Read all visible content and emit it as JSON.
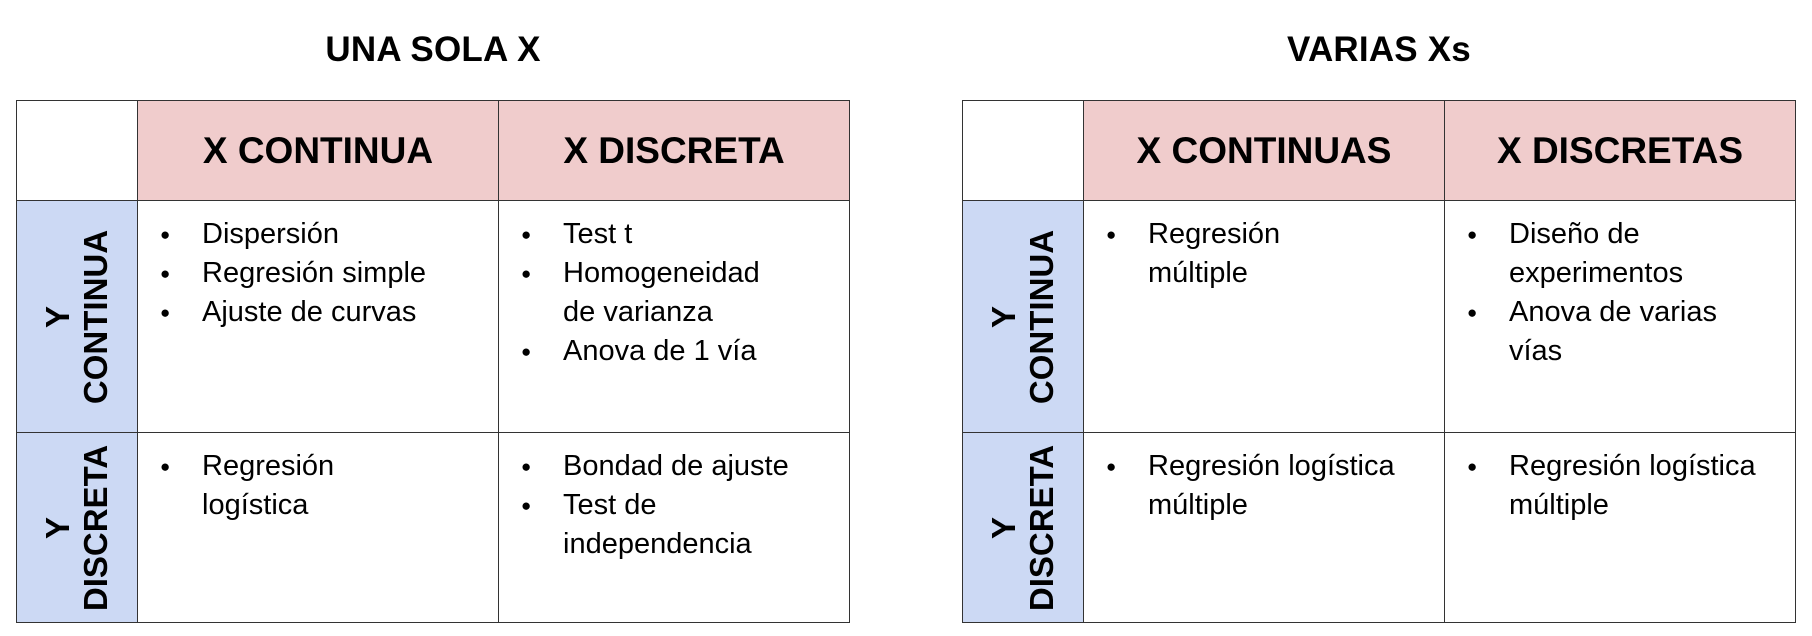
{
  "left": {
    "title": "UNA SOLA X",
    "columns": [
      "X CONTINUA",
      "X DISCRETA"
    ],
    "rows": [
      {
        "header": [
          "Y",
          "CONTINUA"
        ],
        "cells": [
          [
            "Dispersión",
            "Regresión simple",
            "Ajuste de curvas"
          ],
          [
            "Test t",
            "Homogeneidad de varianza",
            "Anova de 1 vía"
          ]
        ]
      },
      {
        "header": [
          "Y",
          "DISCRETA"
        ],
        "cells": [
          [
            "Regresión logística"
          ],
          [
            "Bondad de ajuste",
            "Test de independencia"
          ]
        ]
      }
    ]
  },
  "right": {
    "title": "VARIAS Xs",
    "columns": [
      "X CONTINUAS",
      "X DISCRETAS"
    ],
    "rows": [
      {
        "header": [
          "Y",
          "CONTINUA"
        ],
        "cells": [
          [
            "Regresión múltiple"
          ],
          [
            "Diseño de experimentos",
            "Anova de varias vías"
          ]
        ]
      },
      {
        "header": [
          "Y",
          "DISCRETA"
        ],
        "cells": [
          [
            "Regresión logística múltiple"
          ],
          [
            "Regresión logística múltiple"
          ]
        ]
      }
    ]
  },
  "colors": {
    "column_header_bg": "#f0cccc",
    "row_header_bg": "#ccd9f4",
    "border": "#333333"
  }
}
